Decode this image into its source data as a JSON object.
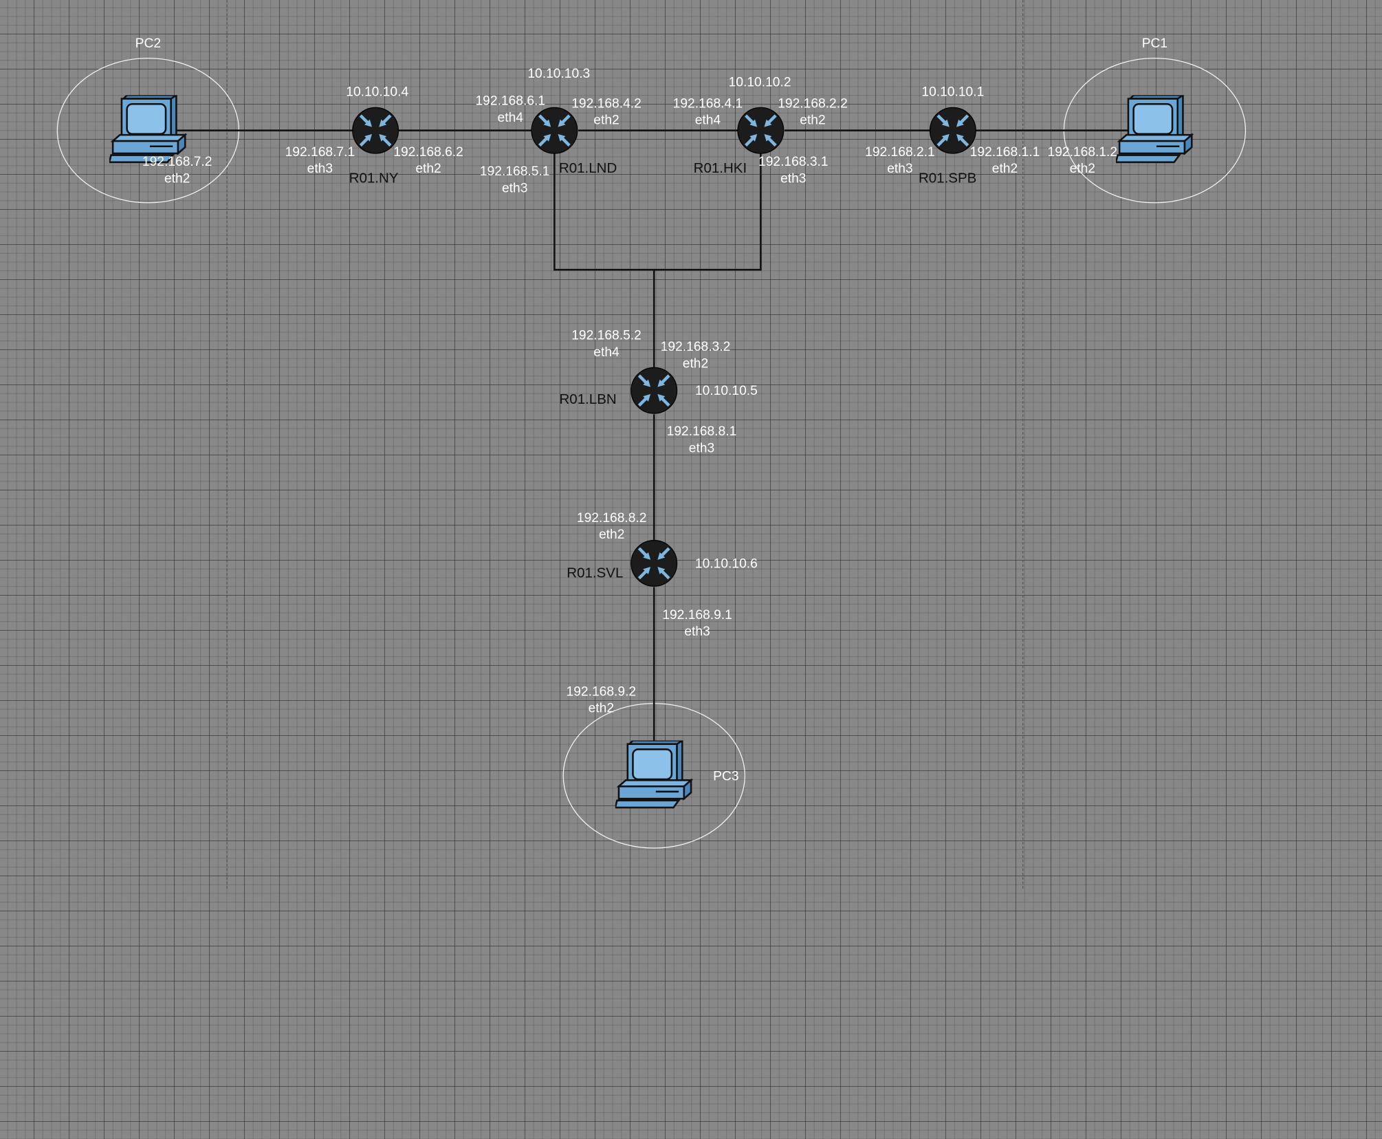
{
  "pcs": {
    "pc1": "PC1",
    "pc2": "PC2",
    "pc3": "PC3"
  },
  "routers": {
    "ny": {
      "name": "R01.NY",
      "loopback": "10.10.10.4"
    },
    "lnd": {
      "name": "R01.LND",
      "loopback": "10.10.10.3"
    },
    "hki": {
      "name": "R01.HKI",
      "loopback": "10.10.10.2"
    },
    "spb": {
      "name": "R01.SPB",
      "loopback": "10.10.10.1"
    },
    "lbn": {
      "name": "R01.LBN",
      "loopback": "10.10.10.5"
    },
    "svl": {
      "name": "R01.SVL",
      "loopback": "10.10.10.6"
    }
  },
  "interfaces": {
    "pc2_eth2": {
      "ip": "192.168.7.2",
      "port": "eth2"
    },
    "ny_eth3": {
      "ip": "192.168.7.1",
      "port": "eth3"
    },
    "ny_eth2": {
      "ip": "192.168.6.2",
      "port": "eth2"
    },
    "lnd_eth4": {
      "ip": "192.168.6.1",
      "port": "eth4"
    },
    "lnd_eth2": {
      "ip": "192.168.4.2",
      "port": "eth2"
    },
    "lnd_eth3": {
      "ip": "192.168.5.1",
      "port": "eth3"
    },
    "hki_eth4": {
      "ip": "192.168.4.1",
      "port": "eth4"
    },
    "hki_eth2": {
      "ip": "192.168.2.2",
      "port": "eth2"
    },
    "hki_eth3": {
      "ip": "192.168.3.1",
      "port": "eth3"
    },
    "spb_eth3": {
      "ip": "192.168.2.1",
      "port": "eth3"
    },
    "spb_eth2": {
      "ip": "192.168.1.1",
      "port": "eth2"
    },
    "pc1_eth2": {
      "ip": "192.168.1.2",
      "port": "eth2"
    },
    "lbn_eth4": {
      "ip": "192.168.5.2",
      "port": "eth4"
    },
    "lbn_eth2": {
      "ip": "192.168.3.2",
      "port": "eth2"
    },
    "lbn_eth3": {
      "ip": "192.168.8.1",
      "port": "eth3"
    },
    "svl_eth2": {
      "ip": "192.168.8.2",
      "port": "eth2"
    },
    "svl_eth3": {
      "ip": "192.168.9.1",
      "port": "eth3"
    },
    "pc3_eth2": {
      "ip": "192.168.9.2",
      "port": "eth2"
    }
  },
  "colors": {
    "canvas_background": "#888888",
    "router_body": "#1c1c1c",
    "router_arrows": "#7fb6df",
    "pc_body": "#6aa6d6",
    "link": "#111111",
    "label_text": "#ffffff"
  },
  "icons": {
    "router": "router-icon",
    "pc": "desktop-computer-icon"
  }
}
